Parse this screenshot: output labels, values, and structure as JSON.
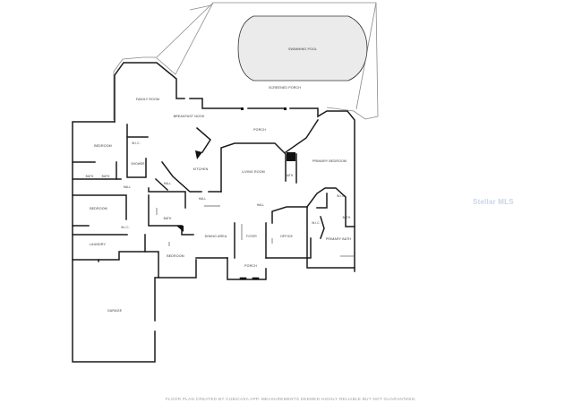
{
  "rooms": {
    "swimming_pool": "SWIMMING POOL",
    "screened_porch": "SCREENED PORCH",
    "family_room": "FAMILY ROOM",
    "breakfast_nook": "BREAKFAST NOOK",
    "porch_rear": "PORCH",
    "bedroom_1": "BEDROOM",
    "wic_1": "W.I.C.",
    "shower": "SHOWER",
    "kitchen": "KITCHEN",
    "living_room": "LIVING ROOM",
    "primary_bedroom": "PRIMARY BEDROOM",
    "bath_1": "BATH",
    "bath_2": "BATH",
    "hall_1": "HALL",
    "hall_2": "HALL",
    "bedroom_2": "BEDROOM",
    "bath_3": "BATH",
    "hall_3": "HALL",
    "hall_4": "HALL",
    "wic_2": "W.I.C.",
    "bath_4": "BATH",
    "wic_3": "W.I.C.",
    "wic_4": "W.I.C.",
    "bath_5": "BATH",
    "laundry": "LAUNDRY",
    "dining_area": "DINING AREA",
    "foyer": "FOYER",
    "office": "OFFICE",
    "primary_bath": "PRIMARY BATH",
    "bedroom_3": "BEDROOM",
    "porch_front": "PORCH",
    "garage": "GARAGE"
  },
  "watermark": "Stellar MLS",
  "footer": "FLOOR PLAN CREATED BY CUBICASA APP. MEASUREMENTS DEEMED HIGHLY RELIABLE BUT NOT GUARANTEED."
}
